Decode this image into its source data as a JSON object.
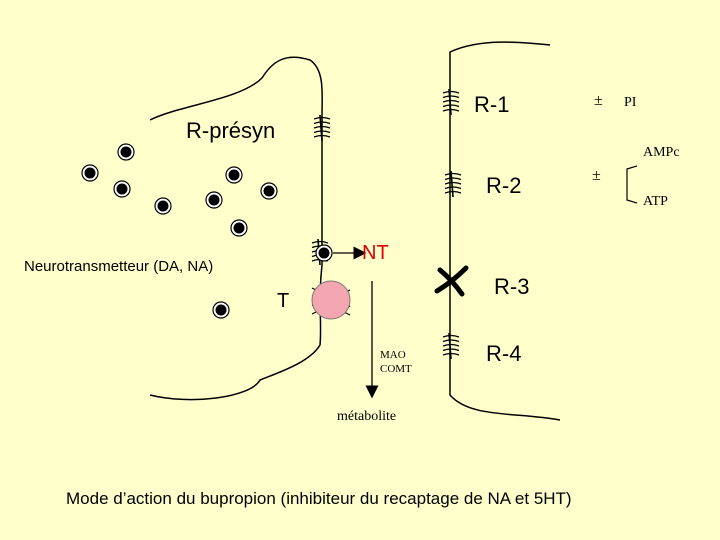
{
  "labels": {
    "r_presyn": "R-présyn",
    "r1": "R-1",
    "r2": "R-2",
    "r3": "R-3",
    "r4": "R-4",
    "pm1": "±",
    "pm2": "±",
    "pi": "PI",
    "ampc": "AMPc",
    "atp": "ATP",
    "nt": "NT",
    "transporter": "T",
    "neurotransmitter": "Neurotransmetteur (DA, NA)",
    "mao": "MAO",
    "comt": "COMT",
    "metabolite": "métabolite",
    "caption": "Mode d’action du bupropion (inhibiteur du recaptage de NA et 5HT)"
  },
  "colors": {
    "background": "#FFFFCC",
    "line": "#000000",
    "nt_text": "#E00000",
    "transporter_fill": "#F4A6B0"
  },
  "icons": {
    "receptor": "serpentine-receptor-icon",
    "vesicle": "vesicle-dot-icon",
    "blocked": "blocked-transporter-cross-icon"
  }
}
